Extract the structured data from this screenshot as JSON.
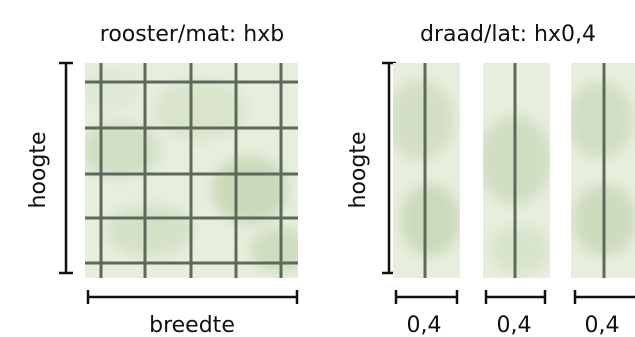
{
  "left_panel": {
    "title": "rooster/mat: hxb",
    "vertical_label": "hoogte",
    "horizontal_label": "breedte"
  },
  "right_panel": {
    "title": "draad/lat: hx0,4",
    "vertical_label": "hoogte",
    "strips": [
      {
        "width_label": "0,4"
      },
      {
        "width_label": "0,4"
      },
      {
        "width_label": "0,4"
      }
    ]
  },
  "colors": {
    "grid_line": "#5c6a5c",
    "foliage_light": "#eef3e6",
    "foliage_mid": "#d6e3c8",
    "foliage_dark": "#b9cba6",
    "dimension_line": "#111111"
  }
}
